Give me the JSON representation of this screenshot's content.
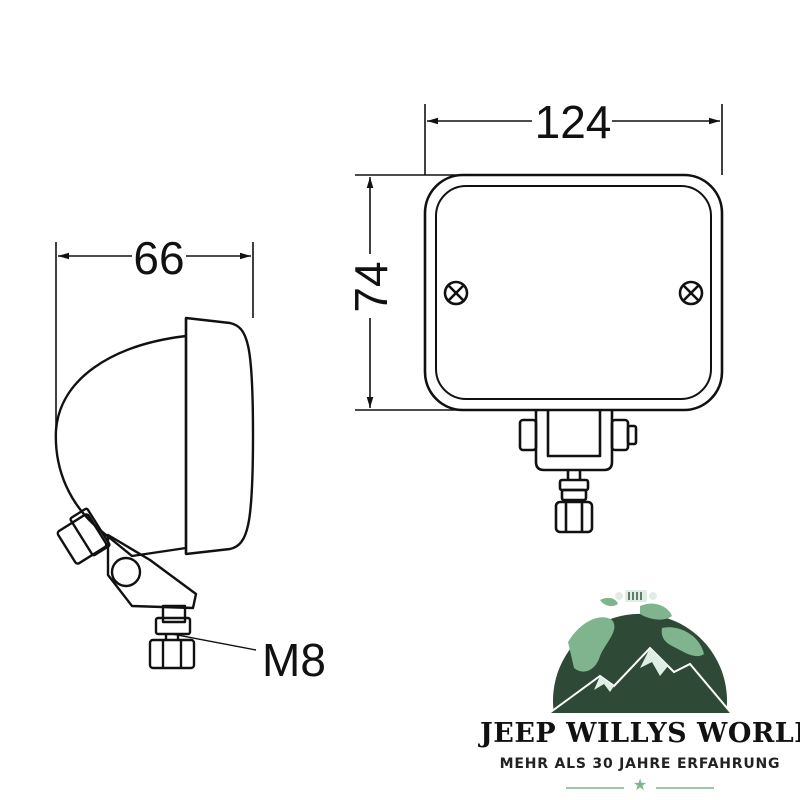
{
  "dimensions": {
    "side_depth": "66",
    "front_width": "124",
    "front_height": "74",
    "thread": "M8"
  },
  "brand": {
    "name": "JEEP WILLYS WORLD",
    "tagline": "MEHR ALS 30 JAHRE ERFAHRUNG",
    "logo_icon": "globe-mountain-logo-icon",
    "colors": {
      "logo_dark": "#2e4a37",
      "logo_light": "#7fb48e"
    }
  }
}
